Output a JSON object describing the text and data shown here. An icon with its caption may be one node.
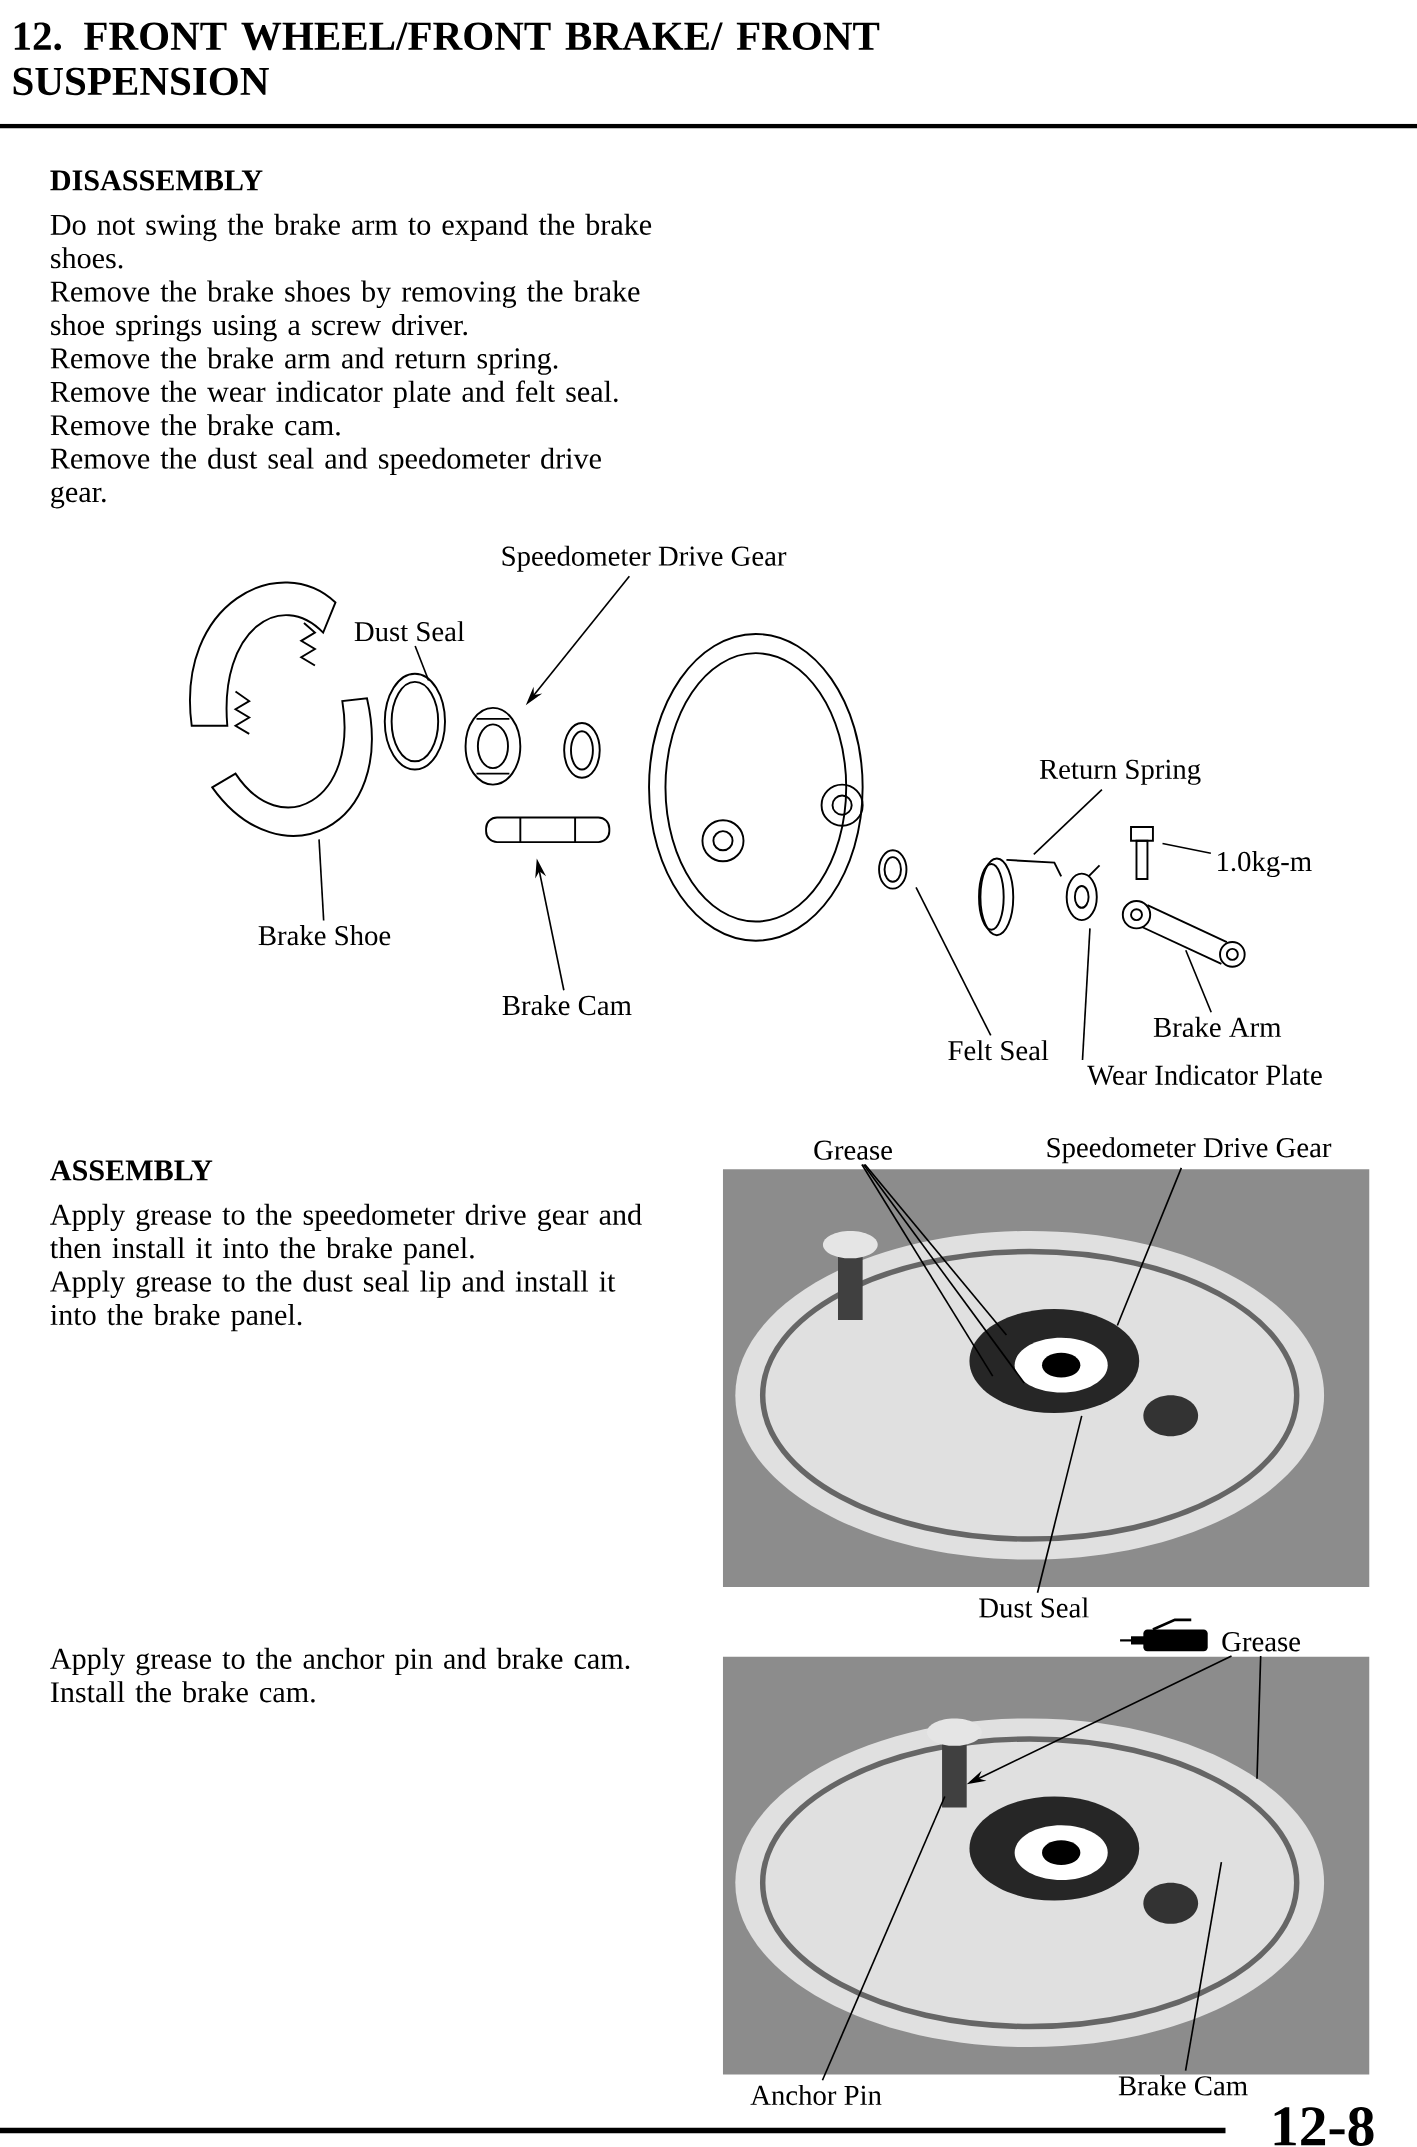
{
  "diagram": {
    "title": "12. FRONT WHEEL/FRONT BRAKE/ FRONT SUSPENSION",
    "nodes": [
      {
        "text": [
          "Speedometer Drive Gear"
        ]
      },
      {
        "text": [
          "Dust Seal"
        ]
      },
      {
        "text": [
          "Return Spring"
        ]
      },
      {
        "text": [
          "1.0kg-m"
        ]
      },
      {
        "text": [
          "Brake Shoe"
        ]
      },
      {
        "text": [
          "Brake Cam"
        ]
      },
      {
        "text": [
          "Felt Seal"
        ]
      },
      {
        "text": [
          "Brake Arm"
        ]
      },
      {
        "text": [
          "Wear Indicator Plate"
        ]
      },
      {
        "text": [
          "Grease"
        ]
      },
      {
        "text": [
          "Speedometer Drive Gear"
        ]
      },
      {
        "text": [
          "Dust Seal"
        ]
      },
      {
        "text": [
          "Grease"
        ]
      },
      {
        "text": [
          "Anchor Pin"
        ]
      },
      {
        "text": [
          "Brake Cam"
        ]
      }
    ],
    "edges": [
      {
        "from": 0,
        "to": null,
        "arrow": "to"
      },
      {
        "from": 1,
        "to": null,
        "arrow": "none"
      },
      {
        "from": 2,
        "to": null,
        "arrow": "none"
      },
      {
        "from": 3,
        "to": null,
        "arrow": "none"
      },
      {
        "from": 4,
        "to": null,
        "arrow": "none"
      },
      {
        "from": 5,
        "to": null,
        "arrow": "to"
      },
      {
        "from": 6,
        "to": null,
        "arrow": "none"
      },
      {
        "from": 7,
        "to": null,
        "arrow": "none"
      },
      {
        "from": 8,
        "to": null,
        "arrow": "none"
      },
      {
        "from": 9,
        "to": null,
        "arrow": "none"
      },
      {
        "from": 9,
        "to": null,
        "arrow": "none"
      },
      {
        "from": 9,
        "to": null,
        "arrow": "none"
      },
      {
        "from": 10,
        "to": null,
        "arrow": "none"
      },
      {
        "from": 11,
        "to": null,
        "arrow": "none"
      },
      {
        "from": 12,
        "to": null,
        "arrow": "to"
      },
      {
        "from": 12,
        "to": null,
        "arrow": "none"
      },
      {
        "from": 13,
        "to": null,
        "arrow": "none"
      },
      {
        "from": 14,
        "to": null,
        "arrow": "none"
      }
    ],
    "labels": [
      "DISASSEMBLY",
      "Do not swing the brake arm to expand the brake shoes.",
      "Remove the brake shoes by removing the brake shoe springs using a screw driver.",
      "Remove the brake arm and return spring.",
      "Remove the wear indicator plate and felt seal.",
      "Remove the brake cam.",
      "Remove the dust seal and speedometer drive gear.",
      "ASSEMBLY",
      "Apply grease to the speedometer drive gear and then install it into the brake panel.",
      "Apply grease to the dust seal lip and install it into the brake panel.",
      "Apply grease to the anchor pin and brake cam.",
      "Install the brake cam.",
      "12-8"
    ]
  }
}
